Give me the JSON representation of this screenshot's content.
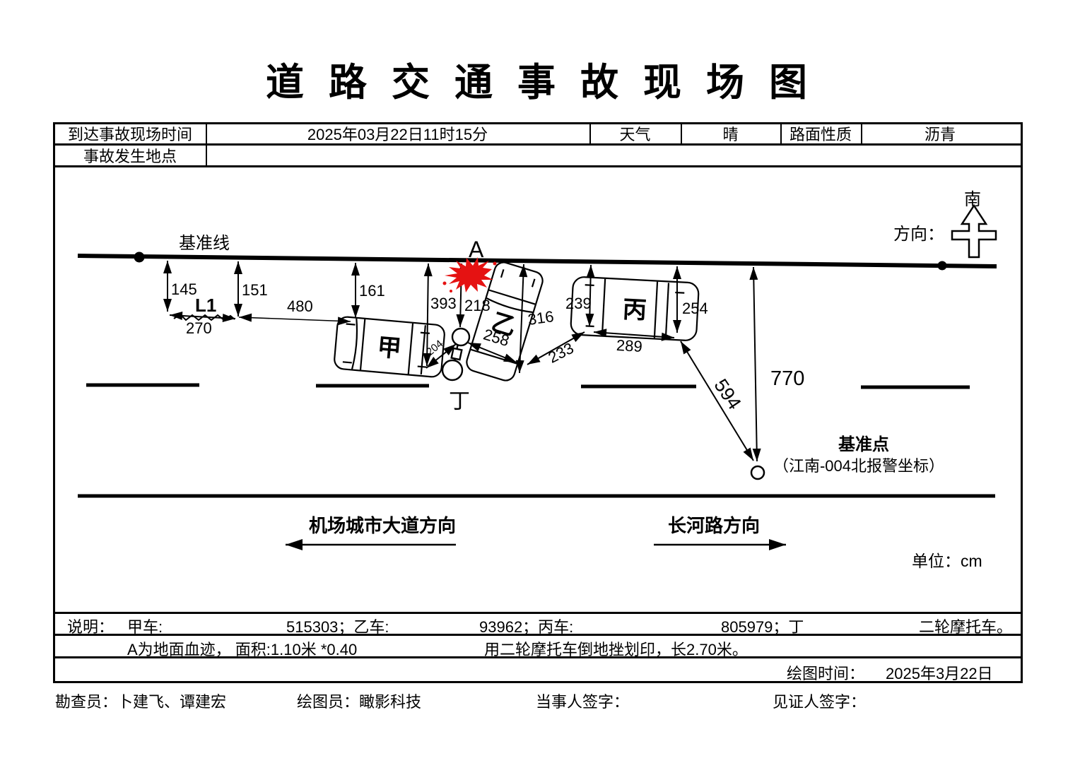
{
  "title": "道 路 交 通 事 故 现 场 图",
  "header": {
    "arrival_label": "到达事故现场时间",
    "arrival_value": "2025年03月22日11时15分",
    "weather_label": "天气",
    "weather_value": "晴",
    "surface_label": "路面性质",
    "surface_value": "沥青",
    "location_label": "事故发生地点",
    "location_value": ""
  },
  "diagram": {
    "baseline_label": "基准线",
    "compass": {
      "direction_label": "方向：",
      "south_label": "南"
    },
    "point_a_label": "A",
    "skid_label": "L1",
    "vehicles": {
      "jia": "甲",
      "yi": "乙",
      "bing": "丙",
      "ding": "丁"
    },
    "measurements": {
      "v145": "145",
      "v151": "151",
      "v161": "161",
      "v270": "270",
      "v480": "480",
      "v393": "393",
      "v218": "218",
      "v204": "204",
      "v258": "258",
      "v316": "316",
      "v233": "233",
      "v239": "239",
      "v289": "289",
      "v254": "254",
      "v594": "594",
      "v770": "770"
    },
    "base_point": {
      "label": "基准点",
      "sub": "（江南-004北报警坐标）"
    },
    "roads": {
      "left": "机场城市大道方向",
      "right": "长河路方向"
    },
    "unit_label": "单位：cm",
    "colors": {
      "blood": "#e51212",
      "ink": "#000000"
    }
  },
  "notes": {
    "label": "说明：",
    "line1": {
      "f1": "甲车:",
      "f2": "515303；乙车:",
      "f3": "93962；丙车:",
      "f4": "805979；丁",
      "f5": "二轮摩托车。"
    },
    "line2": {
      "f1": "A为地面血迹， 面积:1.10米 *0.40",
      "f2": "用二轮摩托车倒地挫划印，长2.70米。"
    },
    "drawing_time_label": "绘图时间：",
    "drawing_time_value": "2025年3月22日"
  },
  "footer": {
    "surveyor": "勘查员：卜建飞、谭建宏",
    "drafter": "绘图员：瞰影科技",
    "party_sign": "当事人签字：",
    "witness_sign": "见证人签字："
  }
}
